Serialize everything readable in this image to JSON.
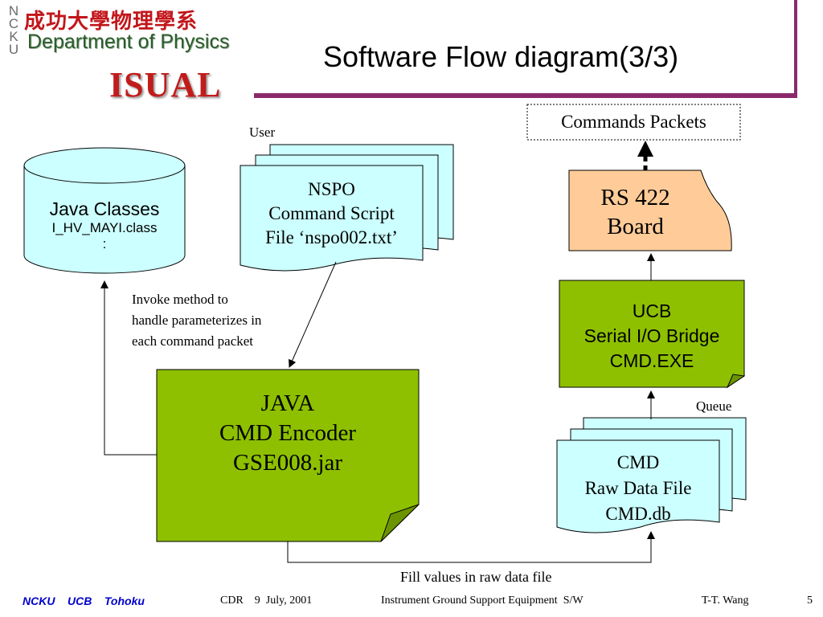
{
  "header": {
    "logo_ncku": "N\nC\nK\nU",
    "logo_chinese": "成功大學物理學系",
    "logo_department": "Department of Physics",
    "logo_isual": "ISUAL",
    "title": "Software Flow diagram(3/3)"
  },
  "diagram": {
    "java_classes": {
      "line1": "Java Classes",
      "line2": "I_HV_MAYI.class",
      "line3": ":"
    },
    "nspo_script": {
      "line1": "NSPO",
      "line2": "Command Script",
      "line3": "File ‘nspo002.txt’"
    },
    "user_label": "User",
    "commands_packets": "Commands Packets",
    "rs422": {
      "line1": "RS 422",
      "line2": "Board"
    },
    "ucb_bridge": {
      "line1": "UCB",
      "line2": "Serial I/O Bridge",
      "line3": "CMD.EXE"
    },
    "queue_label": "Queue",
    "cmd_raw": {
      "line1": "CMD",
      "line2": "Raw Data File",
      "line3": "CMD.db"
    },
    "java_encoder": {
      "line1": "JAVA",
      "line2": "CMD Encoder",
      "line3": "GSE008.jar"
    },
    "invoke_note": {
      "line1": "Invoke method to",
      "line2": "handle parameterizes in",
      "line3": "each command packet"
    },
    "fill_note": "Fill values in raw data file"
  },
  "footer": {
    "orgs": "NCKU    UCB    Tohoku",
    "cdr": "CDR    9  July, 2001",
    "subject": "Instrument Ground Support Equipment  S/W",
    "author": "T-T. Wang",
    "page": "5"
  },
  "colors": {
    "accent_bar": "#8b2a6b",
    "cyan_fill": "#ccffff",
    "green_fill": "#8ec000",
    "orange_fill": "#ffcc99",
    "footer_blue": "#0000cc"
  }
}
